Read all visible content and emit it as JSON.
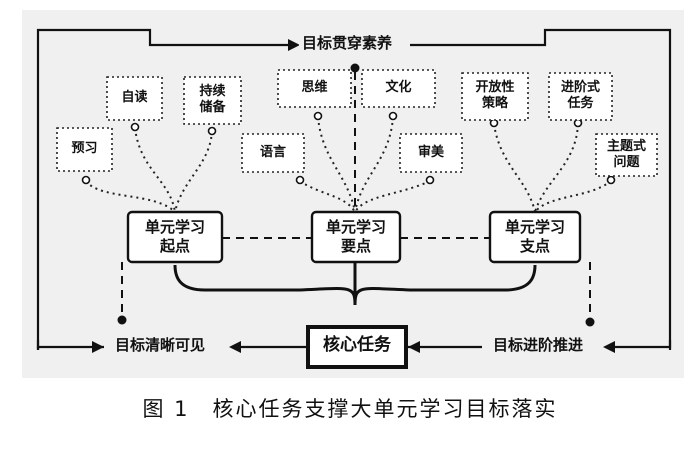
{
  "top_arrow_label": "目标贯穿素养",
  "bottom_left_label": "目标清晰可见",
  "bottom_right_label": "目标进阶推进",
  "core_task": "核心任务",
  "units": {
    "start": [
      "单元学习",
      "起点"
    ],
    "key": [
      "单元学习",
      "要点"
    ],
    "support": [
      "单元学习",
      "支点"
    ]
  },
  "tags": {
    "preview": "预习",
    "self_read": "自读",
    "reserve": [
      "持续",
      "储备"
    ],
    "thinking": "思维",
    "culture": "文化",
    "language": "语言",
    "aesthetics": "审美",
    "open_strategy": [
      "开放性",
      "策略"
    ],
    "progressive_task": [
      "进阶式",
      "任务"
    ],
    "thematic_question": [
      "主题式",
      "问题"
    ]
  },
  "caption": "图 1　核心任务支撑大单元学习目标落实"
}
